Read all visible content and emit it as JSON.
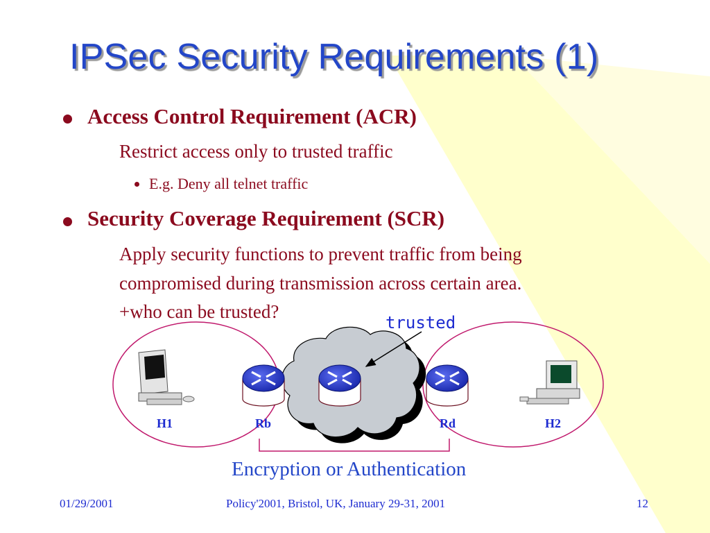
{
  "slide": {
    "title": "IPSec Security Requirements (1)",
    "bullets": [
      {
        "heading": "Access Control Requirement (ACR)",
        "text": "Restrict access only to trusted traffic",
        "sub_bullet": "E.g. Deny all telnet traffic"
      },
      {
        "heading": "Security Coverage Requirement (SCR)",
        "lines": [
          "Apply security functions to prevent traffic from being",
          "compromised during transmission across certain area.",
          "+who can be trusted?"
        ]
      }
    ]
  },
  "diagram": {
    "cloud_label": "trusted",
    "nodes": [
      "H1",
      "Rb",
      "Rd",
      "H2"
    ],
    "bracket_label": "Encryption or Authentication"
  },
  "footer": {
    "date": "01/29/2001",
    "conference": "Policy'2001, Bristol, UK, January 29-31, 2001",
    "page": "12"
  },
  "colors": {
    "title": "#2346c8",
    "body_text": "#8b0a1e",
    "label_blue": "#1d2bd0",
    "accent_band": "#ffffcc",
    "circle": "#c0186c"
  }
}
